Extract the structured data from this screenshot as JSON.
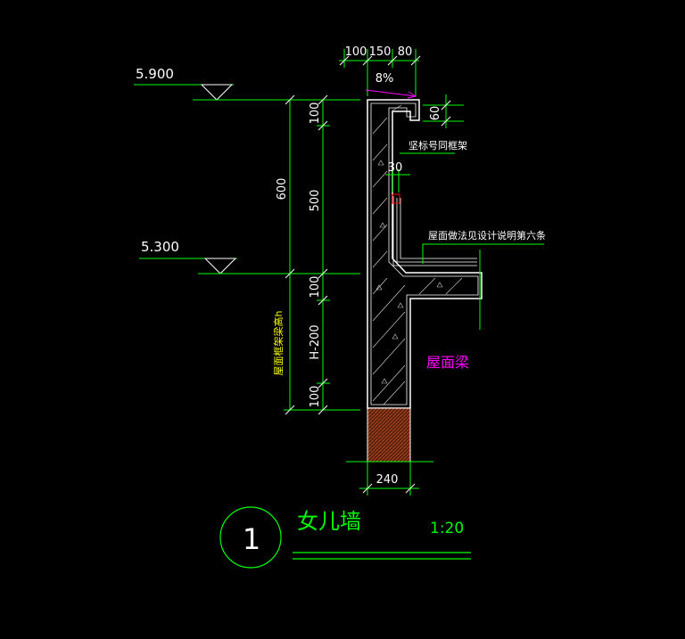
{
  "levels": {
    "upper": "5.900",
    "lower": "5.300"
  },
  "dimensions": {
    "top_widths": [
      "100",
      "150",
      "80"
    ],
    "slope": "8%",
    "drip_height": "60",
    "vertical_total": "600",
    "vertical_segments": [
      "100",
      "500",
      "100",
      "H-200",
      "100"
    ],
    "groove_width": "30",
    "wall_thickness": "240"
  },
  "notes": {
    "frame_ref": "坚标号同框架",
    "roof_practice": "屋面做法见设计说明第六条",
    "beam_height": "屋面框架梁高h",
    "beam_label": "屋面梁"
  },
  "title_block": {
    "number": "1",
    "title": "女儿墙",
    "scale": "1:20"
  },
  "colors": {
    "background": "#000000",
    "dimension_lines": "#00ff00",
    "outline": "#ffffff",
    "note_text": "#ffff00",
    "beam_text": "#ff00ff",
    "brick": "#8a3a1a",
    "marker": "#ff0000"
  }
}
